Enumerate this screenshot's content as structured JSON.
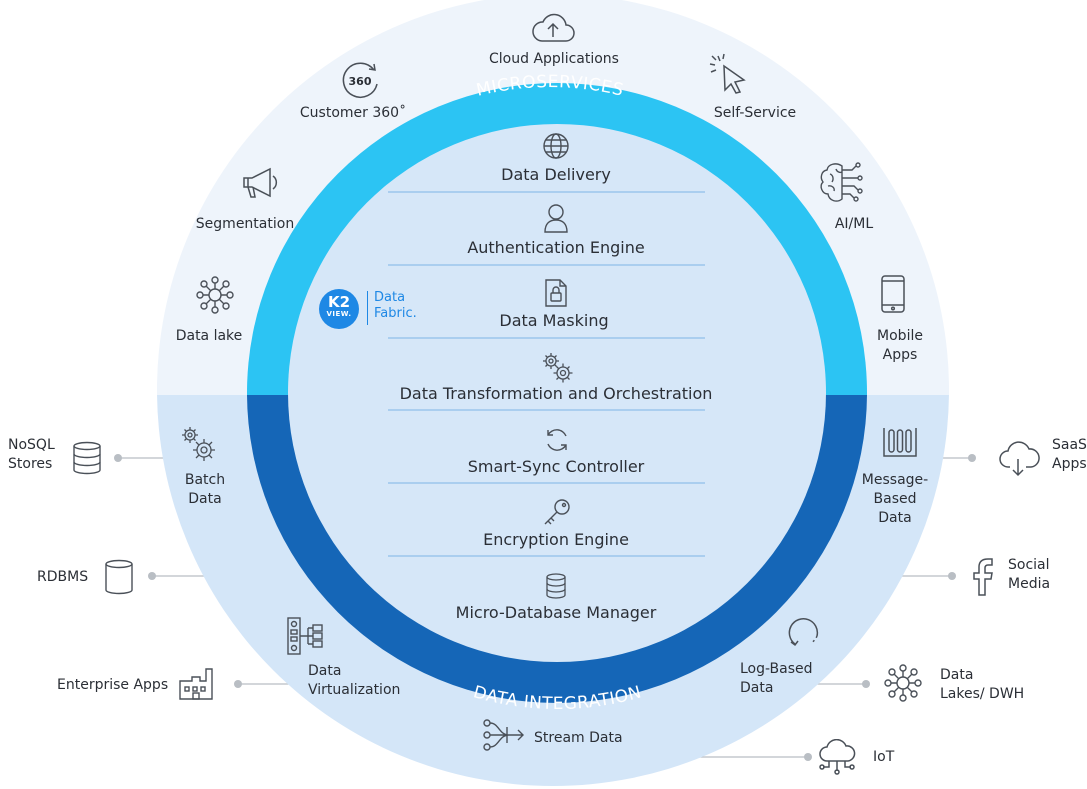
{
  "colors": {
    "outer_top": "#eef4fb",
    "outer_bottom": "#d4e6f8",
    "ring_top": "#2cc4f3",
    "ring_bottom": "#1566b7",
    "inner_disc": "#d6e7f8",
    "divider": "#7fb6e6",
    "icon": "#4a5058",
    "connector": "#b9bec4"
  },
  "ring": {
    "top_label": "MICROSERVICES",
    "bottom_label": "DATA INTEGRATION"
  },
  "logo": {
    "mark_line1": "K2",
    "mark_line2": "VIEW.",
    "text_line1": "Data",
    "text_line2": "Fabric."
  },
  "inner_components": [
    {
      "label": "Data Delivery",
      "icon": "globe-icon"
    },
    {
      "label": "Authentication Engine",
      "icon": "user-icon"
    },
    {
      "label": "Data Masking",
      "icon": "lock-document-icon"
    },
    {
      "label": "Data Transformation and Orchestration",
      "icon": "gears-icon"
    },
    {
      "label": "Smart-Sync Controller",
      "icon": "sync-icon"
    },
    {
      "label": "Encryption Engine",
      "icon": "key-icon"
    },
    {
      "label": "Micro-Database Manager",
      "icon": "database-icon"
    }
  ],
  "use_cases": {
    "cloud_applications": "Cloud  Applications",
    "customer_360": "Customer 360˚",
    "customer_360_badge": "360",
    "self_service": "Self-Service",
    "segmentation": "Segmentation",
    "ai_ml": "AI/ML",
    "data_lake": "Data lake",
    "mobile_apps": [
      "Mobile",
      "Apps"
    ]
  },
  "integration_methods": {
    "batch_data": [
      "Batch",
      "Data"
    ],
    "message_based_data": [
      "Message-",
      "Based",
      "Data"
    ],
    "data_virtualization": [
      "Data",
      "Virtualization"
    ],
    "log_based_data": [
      "Log-Based",
      "Data"
    ],
    "stream_data": "Stream Data"
  },
  "sources": {
    "nosql_stores": [
      "NoSQL",
      "Stores"
    ],
    "rdbms": "RDBMS",
    "enterprise_apps": "Enterprise Apps",
    "saas_apps": [
      "SaaS",
      "Apps"
    ],
    "social_media": [
      "Social",
      "Media"
    ],
    "data_lakes_dwh": [
      "Data",
      "Lakes/ DWH"
    ],
    "iot": "IoT"
  }
}
